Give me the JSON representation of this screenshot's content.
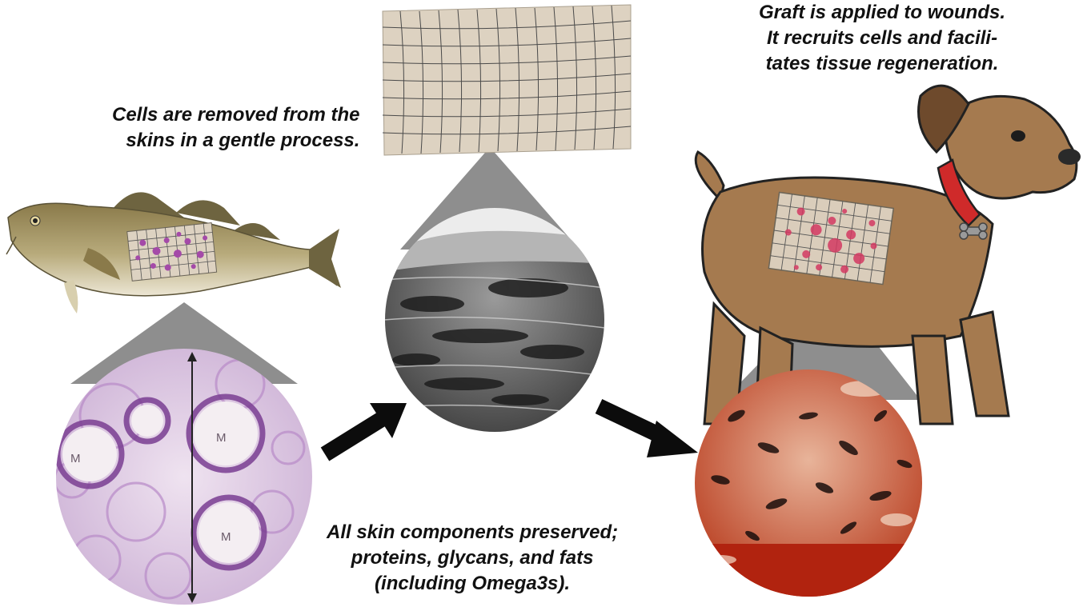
{
  "captions": {
    "left": [
      "Cells are removed from the",
      "skins in a gentle process."
    ],
    "right": [
      "Graft is applied to wounds.",
      "It recruits cells and facili-",
      "tates tissue regeneration."
    ],
    "bottom": [
      "All skin components preserved;",
      "proteins, glycans, and fats",
      "(including Omega3s)."
    ]
  },
  "micrograph_labels": [
    "M",
    "M",
    "M"
  ],
  "colors": {
    "text": "#111111",
    "callout": "#8e8e8e",
    "mesh_base": "#ddd2c1",
    "stain_purple": "#b07cc4",
    "dog_fur": "#a57a4f",
    "collar": "#cf2a2a",
    "cells_red": "#d33a62"
  }
}
